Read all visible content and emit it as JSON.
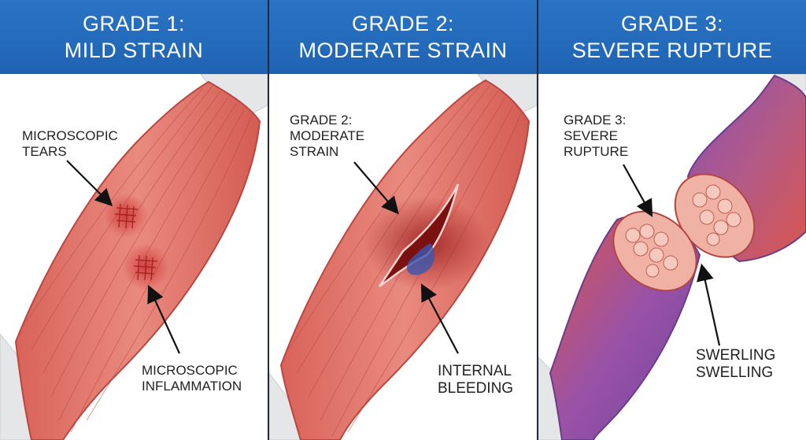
{
  "panels": [
    {
      "title_line1": "GRADE 1:",
      "title_line2": "MILD STRAIN",
      "labels": {
        "tears_line1": "MICROSCOPIC",
        "tears_line2": "TEARS",
        "inflam_line1": "MICROSCOPIC",
        "inflam_line2": "INFLAMMATION"
      }
    },
    {
      "title_line1": "GRADE 2:",
      "title_line2": "MODERATE STRAIN",
      "labels": {
        "grade_line1": "GRADE 2:",
        "grade_line2": "MODERATE",
        "grade_line3": "STRAIN",
        "bleed_line1": "INTERNAL",
        "bleed_line2": "BLEEDING"
      }
    },
    {
      "title_line1": "GRADE 3:",
      "title_line2": "SEVERE RUPTURE",
      "labels": {
        "grade_line1": "GRADE 3:",
        "grade_line2": "SEVERE",
        "grade_line3": "RUPTURE",
        "swell_line1": "SWERLING",
        "swell_line2": "SWELLING"
      }
    }
  ],
  "colors": {
    "header_blue": "#2167b8",
    "muscle_red": "#e2776d",
    "muscle_dark": "#c9524a",
    "tendon": "#e6e8ea",
    "bruise_purple": "#7b4aa6",
    "bruise_blue": "#3a56b0"
  }
}
